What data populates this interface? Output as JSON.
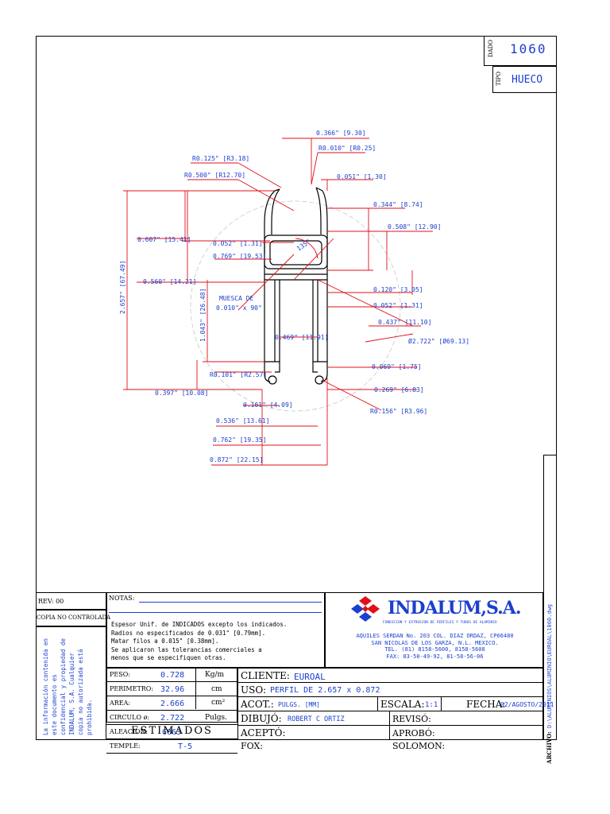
{
  "header": {
    "dado_label": "DADO",
    "dado_value": "1060",
    "tipo_label": "TIPO",
    "tipo_value": "HUECO"
  },
  "dimensions": {
    "d1": "0.366\" [9.30]",
    "d2": "R0.010\" [R0.25]",
    "d3": "R0.125\" [R3.18]",
    "d4": "R0.500\" [R12.70]",
    "d5": "0.051\" [1.30]",
    "d6": "0.344\" [8.74]",
    "d7": "0.508\" [12.90]",
    "d8": "0.607\" [15.41]",
    "d9": "0.052\" [1.31]",
    "d10": "0.769\" [19.53]",
    "d11": "135°",
    "d12": "0.560\" [14.21]",
    "d13": "0.120\" [3.05]",
    "d14": "2.657\" [67.49]",
    "d15": "MUESCA DE",
    "d16": "0.010\" x 90°",
    "d17": "1.043\" [26.48]",
    "d18": "0.052\" [1.31]",
    "d19": "0.437\" [11.10]",
    "d20": "0.469\" [11.91]",
    "d21": "Ø2.722\" [Ø69.13]",
    "d22": "R0.101\" [R2.57]",
    "d23": "0.069\" [1.75]",
    "d24": "0.397\" [10.08]",
    "d25": "0.269\" [6.83]",
    "d26": "0.161\" [4.09]",
    "d27": "R0.156\" [R3.96]",
    "d28": "0.536\" [13.61]",
    "d29": "0.762\" [19.35]",
    "d30": "0.872\" [22.15]"
  },
  "title_block": {
    "rev": "REV: 00",
    "copia": "COPIA NO CONTROLADA",
    "confidential": "La información contenida en este documento es confidencial y propiedad de INDALUM, S.A. Cualquier copia no autorizada está prohibida.",
    "notas_label": "NOTAS:",
    "notas_lines": [
      "Espesor Unif. de INDICADOS   excepto los indicados.",
      "Radios no especificados de 0.031\" [0.79mm].",
      "Matar filos a 0.015\" [0.38mm].",
      "Se aplicaron las tolerancias comerciales a",
      "menos que se especifiquen otras."
    ],
    "company_name": "INDALUM,S.A.",
    "company_sub": "FUNDICION Y EXTRUSION DE PERFILES Y TUBOS DE ALUMINIO",
    "address1": "AQUILES SERDAN No. 203 COL. DIAZ ORDAZ, CP66480",
    "address2": "SAN NICOLAS DE LOS GARZA, N.L. MEXICO.",
    "tel": "TEL. (81) 8158-5600, 8158-5608",
    "fax": "FAX: 83-50-49-92, 81-58-56-06",
    "props": [
      {
        "label": "PESO:",
        "value": "0.728",
        "unit": "Kg/m"
      },
      {
        "label": "PERIMETRO:",
        "value": "32.96",
        "unit": "cm"
      },
      {
        "label": "AREA:",
        "value": "2.666",
        "unit": "cm²"
      },
      {
        "label": "CIRCULO ø:",
        "value": "2.722",
        "unit": "Pulgs."
      },
      {
        "label": "ALEACION:",
        "value": "6063",
        "unit": ""
      },
      {
        "label": "TEMPLE:",
        "value": "T-5",
        "unit": ""
      }
    ],
    "estimados": "ESTIMADOS",
    "cliente_label": "CLIENTE:",
    "cliente_value": "EUROAL",
    "uso_label": "USO:",
    "uso_value": "PERFIL DE 2.657 x 0.872",
    "acot_label": "ACOT.:",
    "acot_value": "PULGS. [MM]",
    "escala_label": "ESCALA:",
    "escala_value": "1:1",
    "fecha_label": "FECHA:",
    "fecha_value": "02/AGOSTO/2011",
    "dibujo_label": "DIBUJÓ:",
    "dibujo_value": "ROBERT C ORTIZ",
    "reviso_label": "REVISÓ:",
    "acepto_label": "ACEPTÓ:",
    "aprobo_label": "APROBÓ:",
    "fox_label": "FOX:",
    "solomon_label": "SOLOMON:",
    "archivo_label": "ARCHIVO:",
    "archivo_value": "D:\\ALUMINIOS\\ALUMINIO\\EUROAL\\1060.dwg"
  },
  "colors": {
    "red": "#e0101a",
    "blue": "#1b3fcf",
    "black": "#000000"
  }
}
